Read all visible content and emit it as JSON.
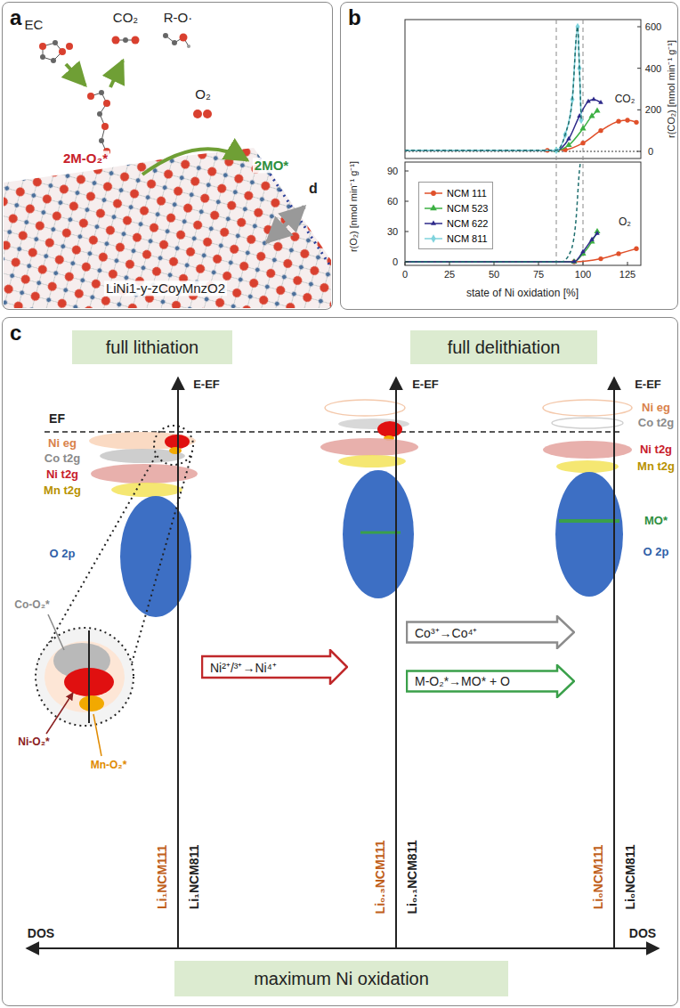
{
  "diagram": {
    "nodes": [
      {
        "text": [
          "a"
        ]
      },
      {
        "text": [
          "b"
        ]
      },
      {
        "text": [
          "c"
        ]
      },
      {
        "text": [
          "full lithiation"
        ],
        "in": 2
      },
      {
        "text": [
          "full delithiation"
        ],
        "in": 2
      },
      {
        "text": [
          "maximum Ni oxidation"
        ],
        "in": 2
      },
      {
        "text": [
          "Ni²⁺/³⁺→Ni⁴⁺"
        ],
        "in": 2
      },
      {
        "text": [
          "Co³⁺→Co⁴⁺"
        ],
        "in": 2
      },
      {
        "text": [
          "M-O₂*→MO* + O"
        ],
        "in": 2
      }
    ],
    "labels": [
      "EC",
      "CO₂",
      "R-O·",
      "O₂",
      "2M-O₂*",
      "2MO*",
      "d",
      "LiNi1-y-zCoyMnzO2",
      "r(O₂) [nmol min⁻¹ g⁻¹]",
      "r(CO₂) [nmol min⁻¹ g⁻¹]",
      "600",
      "400",
      "200",
      "0",
      "90",
      "60",
      "30",
      "0",
      "0",
      "25",
      "50",
      "75",
      "100",
      "125",
      "state of Ni oxidation [%]",
      "CO₂",
      "O₂",
      "E-EF",
      "E-EF",
      "E-EF",
      "EF",
      "Ni eg",
      "Co t2g",
      "Ni t2g",
      "Mn t2g",
      "O 2p",
      "Co-O₂*",
      "Ni-O₂*",
      "Mn-O₂*",
      "Ni eg",
      "Co t2g",
      "Ni t2g",
      "Mn t2g",
      "MO*",
      "O 2p",
      "Li₁NCM111",
      "Li₁NCM811",
      "Li₀.₃NCM111",
      "Li₀.₁NCM811",
      "Li₀NCM111",
      "Li₀NCM811",
      "DOS",
      "DOS"
    ],
    "legend": [
      {
        "text": "NCM 111",
        "color": "#e0502a"
      },
      {
        "text": "NCM 523",
        "color": "#3cb043"
      },
      {
        "text": "NCM 622",
        "color": "#2e2a8a"
      },
      {
        "text": "NCM 811",
        "color": "#7fd3dd"
      }
    ]
  }
}
